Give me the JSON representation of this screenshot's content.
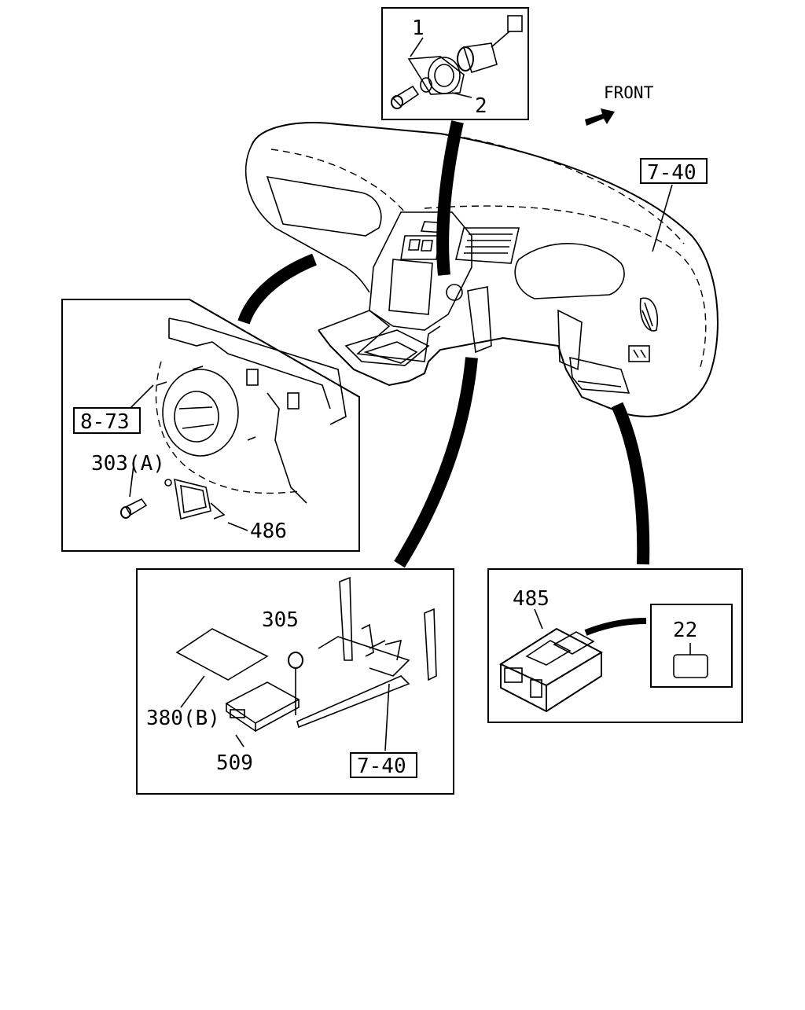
{
  "diagram": {
    "front_label": "FRONT",
    "top_panel": {
      "callout_1": "1",
      "callout_2": "2"
    },
    "dashboard": {
      "ref_label": "7-40"
    },
    "left_panel": {
      "ref_label": "8-73",
      "callout_screw": "303(A)",
      "callout_module": "486"
    },
    "bottom_panel": {
      "callout_nut": "305",
      "callout_sheet": "380(B)",
      "callout_unit": "509",
      "ref_label": "7-40"
    },
    "right_panel": {
      "callout_relay": "485",
      "callout_part": "22"
    }
  }
}
